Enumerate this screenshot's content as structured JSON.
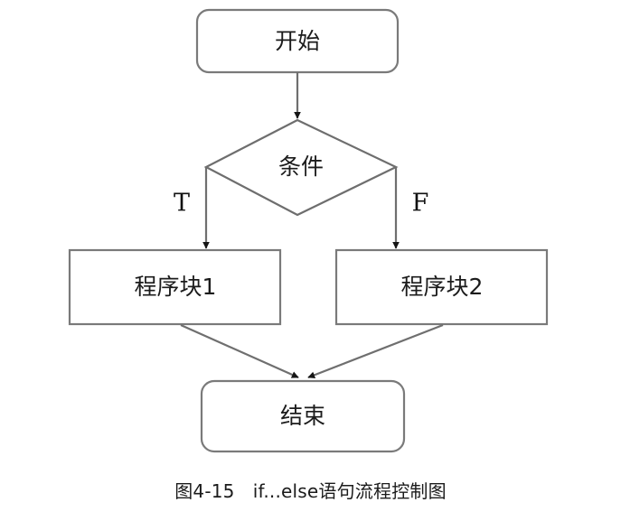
{
  "diagram": {
    "type": "flowchart",
    "title": "if...else语句流程控制图",
    "nodes": {
      "start": {
        "label": "开始",
        "shape": "rounded-rectangle"
      },
      "condition": {
        "label": "条件",
        "shape": "diamond"
      },
      "block1": {
        "label": "程序块1",
        "shape": "rectangle"
      },
      "block2": {
        "label": "程序块2",
        "shape": "rectangle"
      },
      "end": {
        "label": "结束",
        "shape": "rounded-rectangle"
      }
    },
    "edges": {
      "start_to_condition": {
        "label": ""
      },
      "condition_true": {
        "label": "T"
      },
      "condition_false": {
        "label": "F"
      },
      "block1_to_end": {
        "label": ""
      },
      "block2_to_end": {
        "label": ""
      }
    },
    "colors": {
      "stroke": "#6f6f6f",
      "fill": "#ffffff",
      "text": "#1b1b1b"
    }
  },
  "caption": {
    "figure_number": "图4-15",
    "text": "图4-15　if...else语句流程控制图"
  }
}
